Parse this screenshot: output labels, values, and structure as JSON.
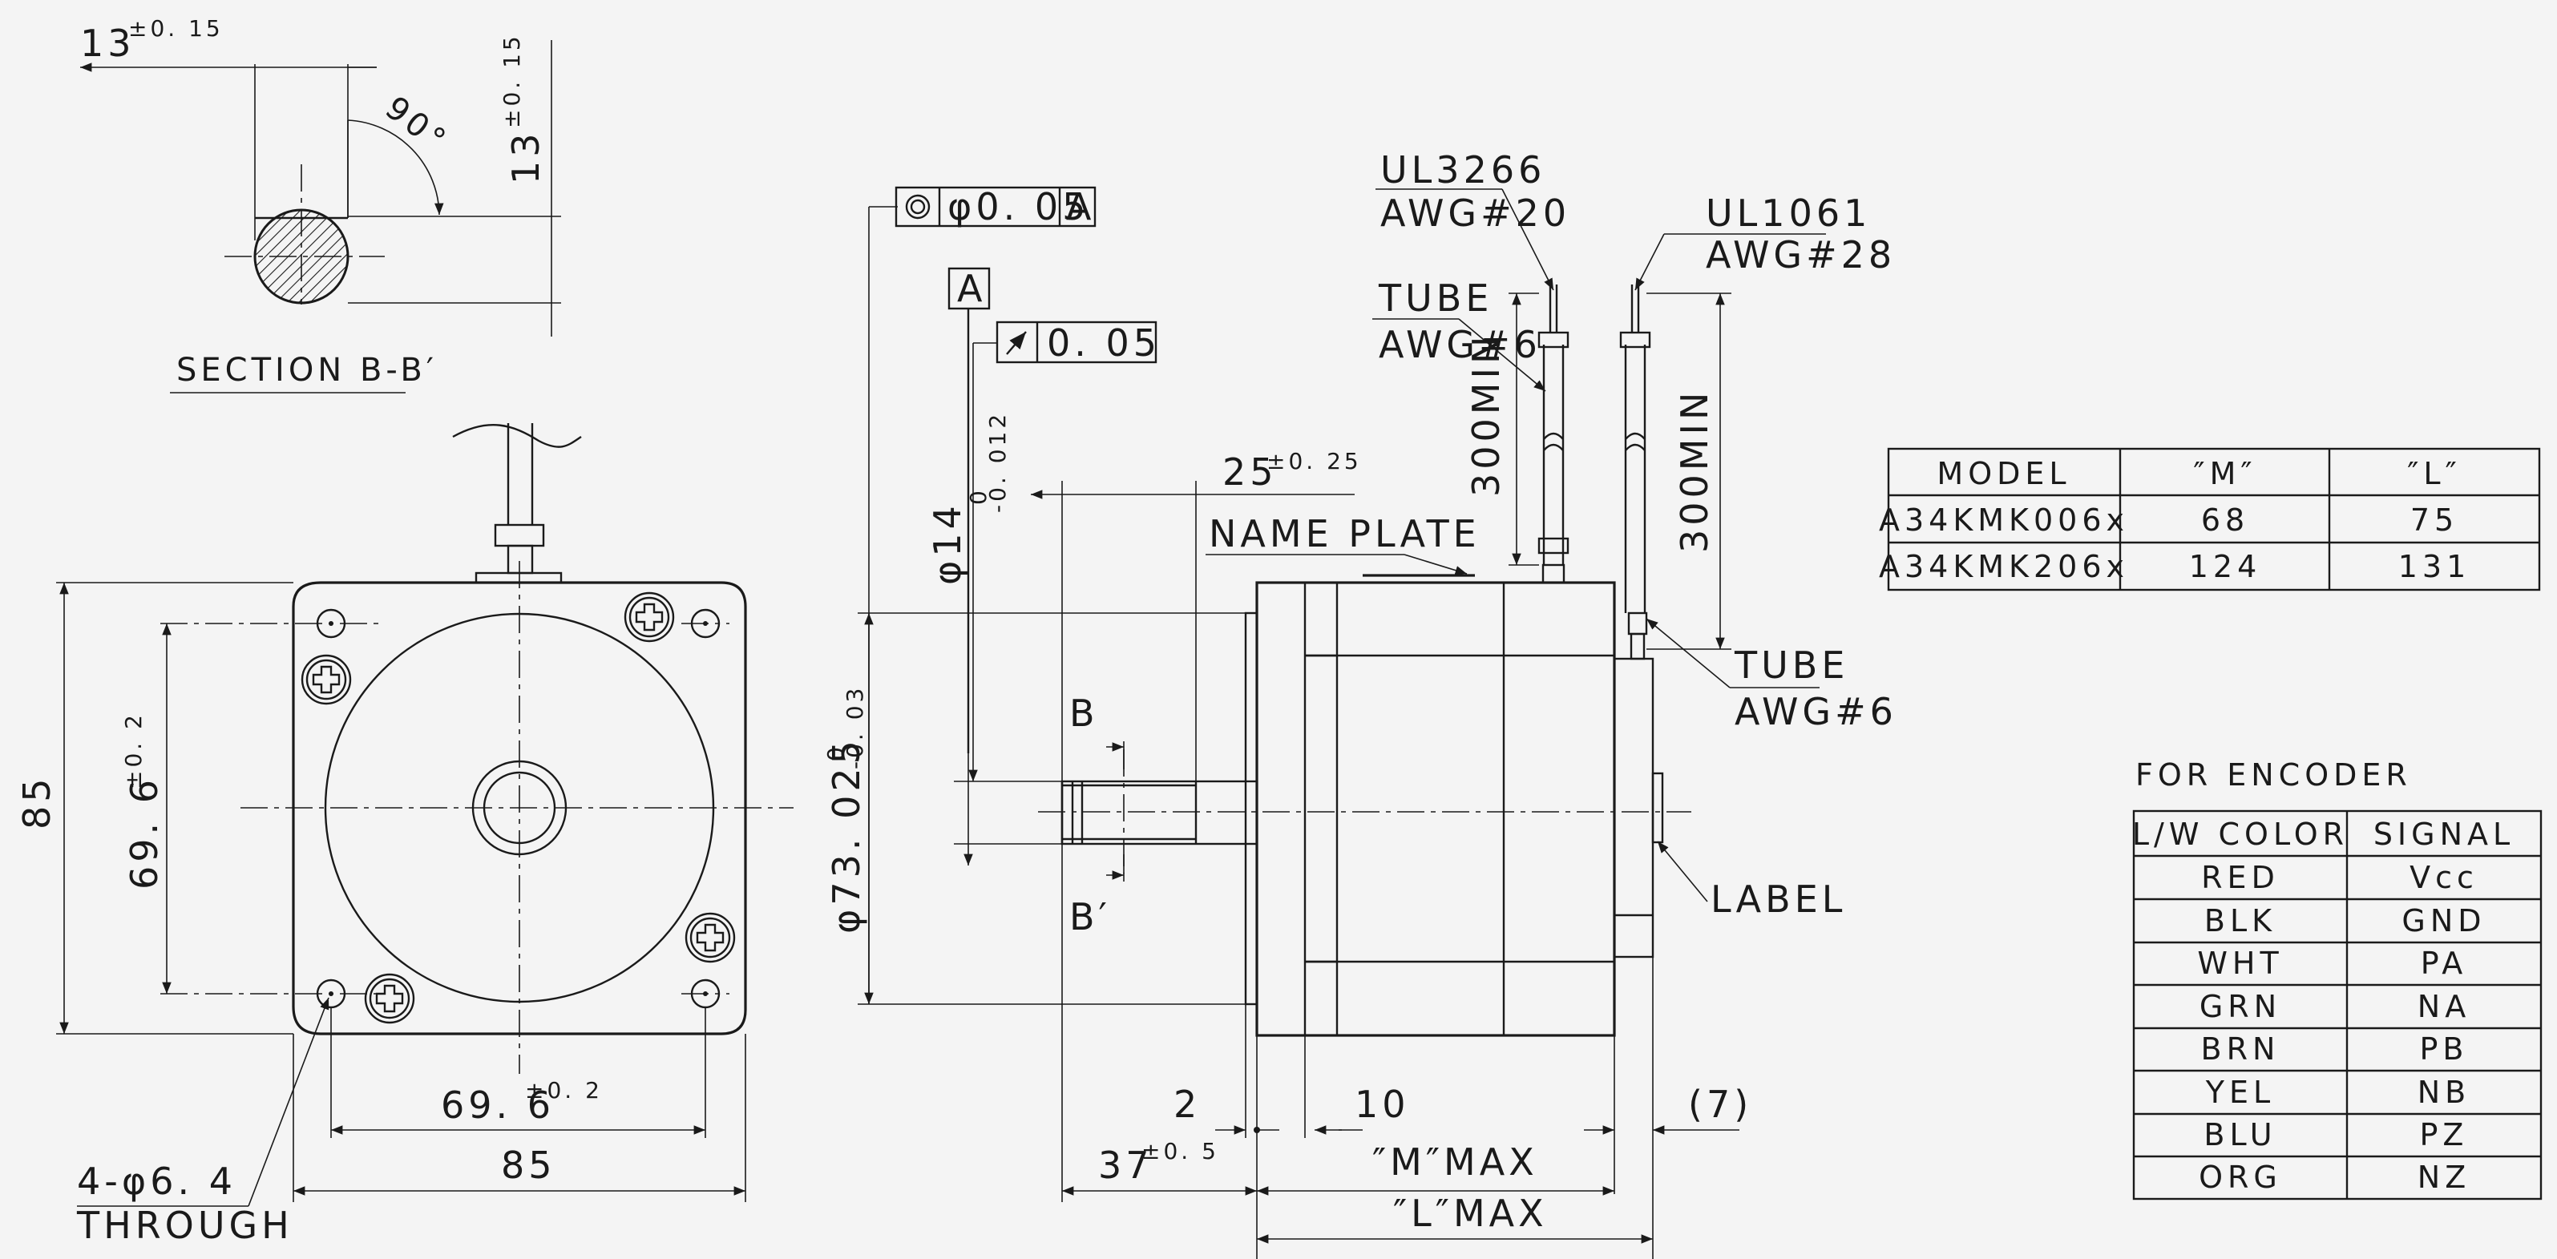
{
  "section_view": {
    "dim_width": "13",
    "dim_width_tol": "±0. 15",
    "dim_height": "13",
    "dim_height_tol": "±0. 15",
    "angle": "90°",
    "title": "SECTION B-B′"
  },
  "front_view": {
    "dim_height_overall": "85",
    "dim_bolt_vertical": "69. 6",
    "dim_bolt_vertical_tol": "±0. 2",
    "dim_bolt_horizontal": "69. 6",
    "dim_bolt_horizontal_tol": "±0. 2",
    "dim_width_overall": "85",
    "hole_callout_line1": "4-φ6. 4",
    "hole_callout_line2": "THROUGH"
  },
  "side_view": {
    "concentricity_symbol": "◎",
    "concentricity_value": "φ0. 05",
    "concentricity_datum": "A",
    "datum_label": "A",
    "runout_symbol": "↗",
    "runout_value": "0. 05",
    "shaft_dia": "φ14",
    "shaft_dia_tol_upper": "0",
    "shaft_dia_tol_lower": "-0. 012",
    "pilot_dia": "φ73. 025",
    "pilot_dia_tol_upper": "0",
    "pilot_dia_tol_lower": "-0. 03",
    "shaft_length": "25",
    "shaft_length_tol": "±0. 25",
    "name_plate": "NAME PLATE",
    "section_b": "B",
    "section_b_prime": "B′",
    "dim_pilot": "2",
    "dim_flange": "10",
    "dim_37": "37",
    "dim_37_tol": "±0. 5",
    "dim_m": "″M″MAX",
    "dim_l": "″L″MAX",
    "dim_7": "(7)",
    "label": "LABEL",
    "lead1_line1": "UL3266",
    "lead1_line2": "AWG#20",
    "lead2_line1": "UL1061",
    "lead2_line2": "AWG#28",
    "tube1_line1": "TUBE",
    "tube1_line2": "AWG#6",
    "tube2_line1": "TUBE",
    "tube2_line2": "AWG#6",
    "lead1_length": "300MIN",
    "lead2_length": "300MIN"
  },
  "model_table": {
    "headers": [
      "MODEL",
      "″M″",
      "″L″"
    ],
    "rows": [
      [
        "A34KMK006x",
        "68",
        "75"
      ],
      [
        "A34KMK206x",
        "124",
        "131"
      ]
    ]
  },
  "encoder_table": {
    "title": "FOR ENCODER",
    "headers": [
      "L/W COLOR",
      "SIGNAL"
    ],
    "rows": [
      [
        "RED",
        "Vcc"
      ],
      [
        "BLK",
        "GND"
      ],
      [
        "WHT",
        "PA"
      ],
      [
        "GRN",
        "NA"
      ],
      [
        "BRN",
        "PB"
      ],
      [
        "YEL",
        "NB"
      ],
      [
        "BLU",
        "PZ"
      ],
      [
        "ORG",
        "NZ"
      ]
    ]
  }
}
